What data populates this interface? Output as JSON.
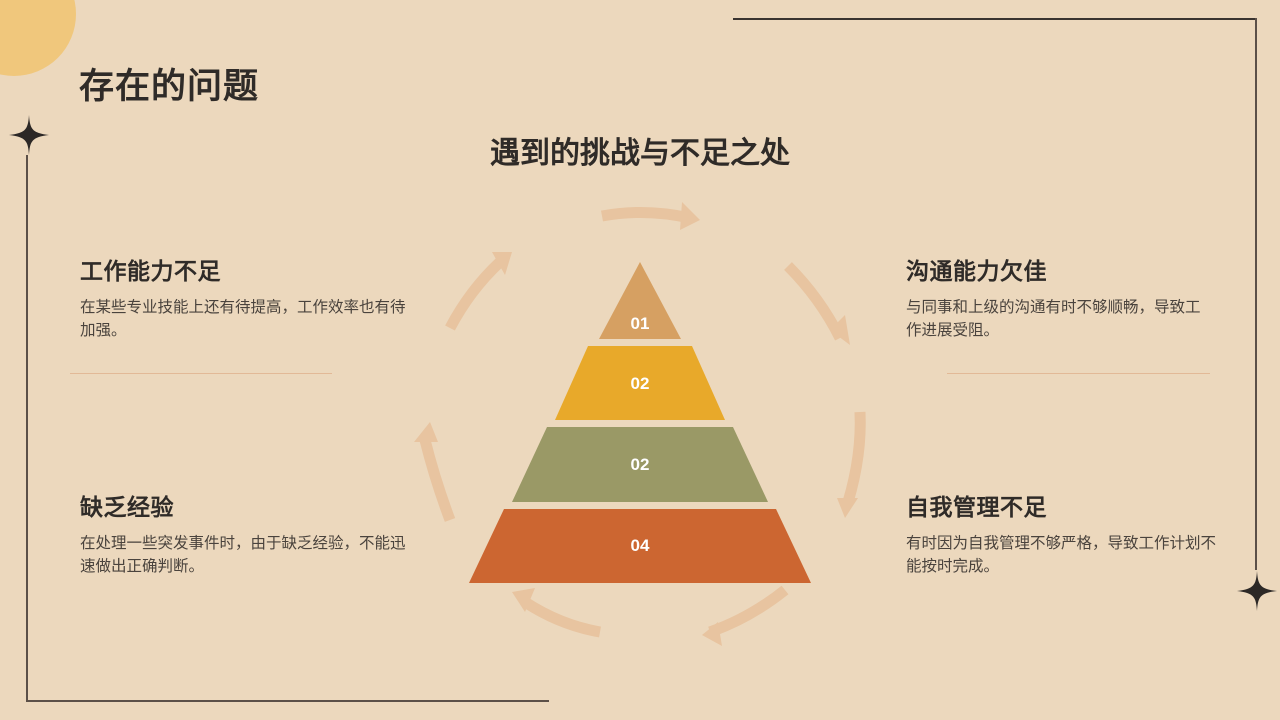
{
  "page": {
    "title": "存在的问题",
    "subtitle": "遇到的挑战与不足之处"
  },
  "items": [
    {
      "heading": "工作能力不足",
      "description": "在某些专业技能上还有待提高，工作效率也有待加强。"
    },
    {
      "heading": "沟通能力欠佳",
      "description": "与同事和上级的沟通有时不够顺畅，导致工作进展受阻。"
    },
    {
      "heading": "缺乏经验",
      "description": "在处理一些突发事件时，由于缺乏经验，不能迅速做出正确判断。"
    },
    {
      "heading": "自我管理不足",
      "description": "有时因为自我管理不够严格，导致工作计划不能按时完成。"
    }
  ],
  "pyramid": {
    "layers": [
      {
        "label": "01",
        "color": "#d6a062"
      },
      {
        "label": "02",
        "color": "#e8a92a"
      },
      {
        "label": "02",
        "color": "#9a9966"
      },
      {
        "label": "04",
        "color": "#cc6631"
      }
    ]
  },
  "colors": {
    "background": "#ecd8bd",
    "accent_sun": "#f0c77c",
    "text_dark": "#2f2b28",
    "arrow_ring": "#e8c4a0",
    "divider": "#e2b997"
  }
}
